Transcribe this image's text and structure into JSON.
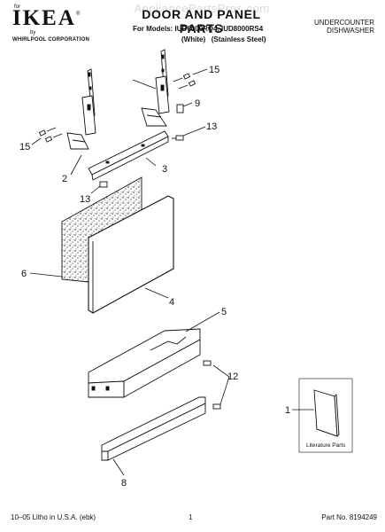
{
  "brand": {
    "for_text": "for",
    "name": "IKEA",
    "registered": "®",
    "by_text": "by",
    "corporation": "WHIRLPOOL CORPORATION"
  },
  "header": {
    "title": "DOOR AND PANEL PARTS",
    "watermark": "AppliancePartsPros.com",
    "models_line": "For Models: IUD6000RQ4, IUD8000RS4",
    "variants_line": "(White)   (Stainless Steel)",
    "product_line1": "UNDERCOUNTER",
    "product_line2": "DISHWASHER"
  },
  "callouts": {
    "c15a": "15",
    "c15b": "15",
    "c9": "9",
    "c13a": "13",
    "c13b": "13",
    "c2": "2",
    "c3": "3",
    "c6": "6",
    "c4": "4",
    "c5": "5",
    "c12": "12",
    "c1": "1",
    "c8": "8"
  },
  "literature_label": "Literature Parts",
  "footer": {
    "left": "10–05 Litho in U.S.A. (ebk)",
    "center": "1",
    "right": "Part No. 8194249"
  }
}
